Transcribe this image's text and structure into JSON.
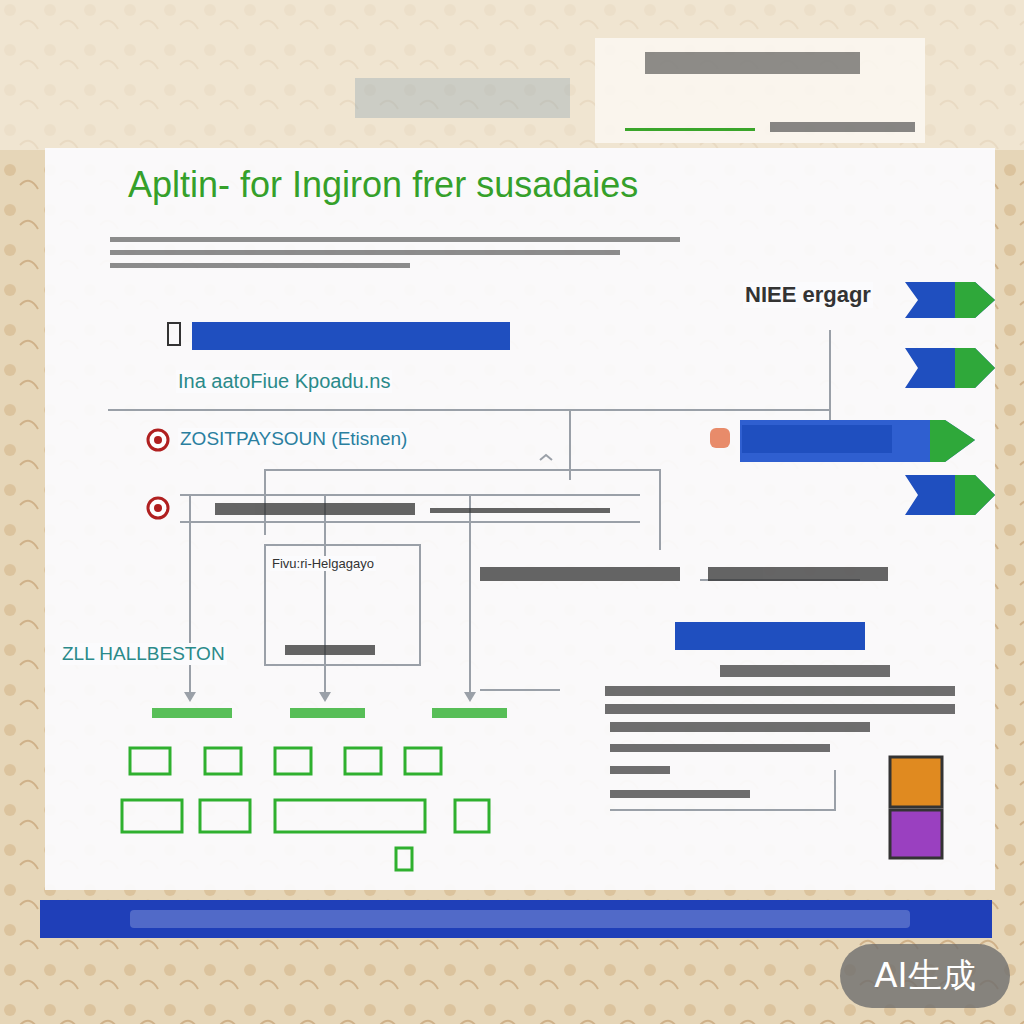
{
  "diagram": {
    "title": "Apltin- for Ingiron frer susadaies",
    "nodes": [
      {
        "text": [
          "AI生成"
        ]
      }
    ],
    "labels": [
      "NIEE ergagr",
      "Ina aatoFiue Kpoadu.ns",
      "ZOSITPAYSOUN (Etisnen)",
      "Fivu:ri-Helgagayo",
      "ZLL HALLBESTON"
    ]
  }
}
